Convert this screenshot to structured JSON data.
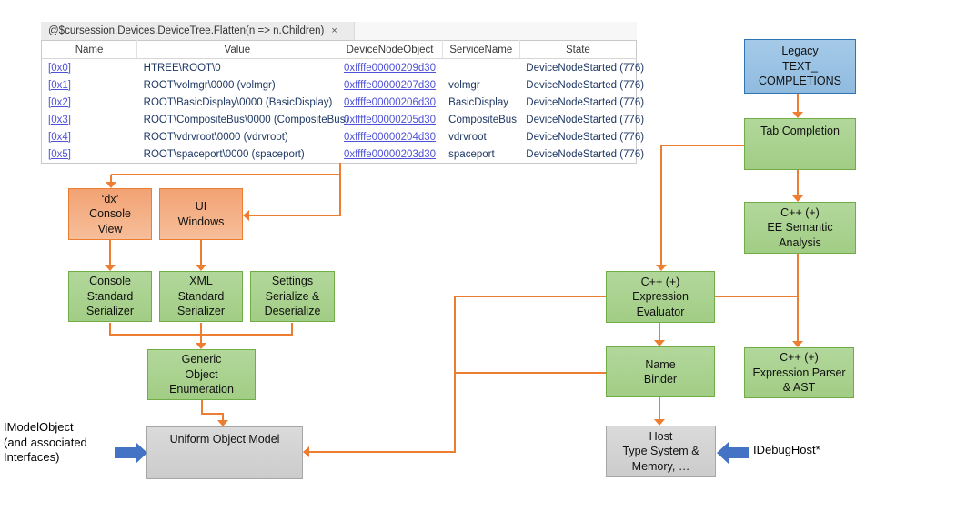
{
  "tab": {
    "title": "@$cursession.Devices.DeviceTree.Flatten(n => n.Children)",
    "close_icon": "×"
  },
  "table": {
    "columns": [
      "Name",
      "Value",
      "DeviceNodeObject",
      "ServiceName",
      "State"
    ],
    "rows": [
      [
        "[0x0]",
        "HTREE\\ROOT\\0",
        "0xffffe00000209d30",
        "",
        "DeviceNodeStarted (776)"
      ],
      [
        "[0x1]",
        "ROOT\\volmgr\\0000 (volmgr)",
        "0xffffe00000207d30",
        "volmgr",
        "DeviceNodeStarted (776)"
      ],
      [
        "[0x2]",
        "ROOT\\BasicDisplay\\0000 (BasicDisplay)",
        "0xffffe00000206d30",
        "BasicDisplay",
        "DeviceNodeStarted (776)"
      ],
      [
        "[0x3]",
        "ROOT\\CompositeBus\\0000 (CompositeBus)",
        "0xffffe00000205d30",
        "CompositeBus",
        "DeviceNodeStarted (776)"
      ],
      [
        "[0x4]",
        "ROOT\\vdrvroot\\0000 (vdrvroot)",
        "0xffffe00000204d30",
        "vdrvroot",
        "DeviceNodeStarted (776)"
      ],
      [
        "[0x5]",
        "ROOT\\spaceport\\0000 (spaceport)",
        "0xffffe00000203d30",
        "spaceport",
        "DeviceNodeStarted (776)"
      ]
    ]
  },
  "diagram": {
    "boxes": [
      {
        "id": "legacy",
        "style": "blue",
        "lines": [
          "Legacy",
          "TEXT_",
          "COMPLETIONS"
        ]
      },
      {
        "id": "tab-completion",
        "style": "green",
        "lines": [
          "Tab Completion"
        ]
      },
      {
        "id": "ee-semantic",
        "style": "green",
        "lines": [
          "C++ (+)",
          "EE Semantic",
          "Analysis"
        ]
      },
      {
        "id": "expr-eval",
        "style": "green",
        "lines": [
          "C++ (+)",
          "Expression",
          "Evaluator"
        ]
      },
      {
        "id": "name-binder",
        "style": "green",
        "lines": [
          "Name",
          "Binder"
        ]
      },
      {
        "id": "expr-parser",
        "style": "green",
        "lines": [
          "C++ (+)",
          "Expression Parser",
          "& AST"
        ]
      },
      {
        "id": "host",
        "style": "gray",
        "lines": [
          "Host",
          "Type System &",
          "Memory, …"
        ]
      },
      {
        "id": "dx-console",
        "style": "orange",
        "lines": [
          "‘dx’",
          "Console",
          "View"
        ]
      },
      {
        "id": "ui-windows",
        "style": "orange",
        "lines": [
          "UI",
          "Windows"
        ]
      },
      {
        "id": "console-serializer",
        "style": "green",
        "lines": [
          "Console",
          "Standard",
          "Serializer"
        ]
      },
      {
        "id": "xml-serializer",
        "style": "green",
        "lines": [
          "XML",
          "Standard",
          "Serializer"
        ]
      },
      {
        "id": "settings-serializer",
        "style": "green",
        "lines": [
          "Settings",
          "Serialize &",
          "Deserialize"
        ]
      },
      {
        "id": "generic-enum",
        "style": "green",
        "lines": [
          "Generic",
          "Object",
          "Enumeration"
        ]
      },
      {
        "id": "uom",
        "style": "gray",
        "lines": [
          "Uniform Object Model"
        ]
      }
    ],
    "labels": {
      "imodel_lines": [
        "IModelObject",
        "(and associated",
        "Interfaces)"
      ],
      "idebughost": "IDebugHost*"
    }
  },
  "colors": {
    "connector_orange": "#ED7D31",
    "block_arrow_blue": "#4472C4",
    "link_blue": "#4F52D6",
    "value_navy": "#1F3864",
    "fills": {
      "green": {
        "bg1": "#B2D79B",
        "bg2": "#A2CD85",
        "border": "#70AD47"
      },
      "orange": {
        "bg1": "#F2A273",
        "bg2": "#F6BE9A",
        "border": "#ED7D31"
      },
      "blue": {
        "bg1": "#A5CAE8",
        "bg2": "#90BBDF",
        "border": "#2E75B6"
      },
      "gray": {
        "bg1": "#DADADA",
        "bg2": "#CCCCCC",
        "border": "#A6A6A6"
      }
    }
  }
}
